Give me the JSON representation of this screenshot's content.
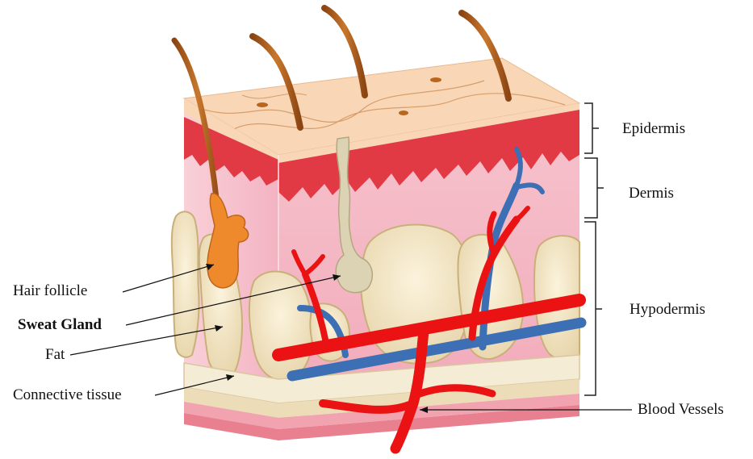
{
  "labels": {
    "epidermis": "Epidermis",
    "dermis": "Dermis",
    "hypodermis": "Hypodermis",
    "blood_vessels": "Blood Vessels",
    "hair_follicle": "Hair follicle",
    "sweat_gland": "Sweat Gland",
    "fat": "Fat",
    "connective_tissue": "Connective tissue"
  },
  "colors": {
    "epidermis_top": "#f9d6b4",
    "epidermis_red": "#e23a45",
    "dermis_pink": "#f7b8c6",
    "fat_cream": "#f0e3c2",
    "hair_brown": "#b8651e",
    "follicle_orange": "#ef8a2c",
    "sweat_gland": "#d8cfb0",
    "artery_red": "#ea1212",
    "vein_blue": "#3d6fb5",
    "connective": "#f3e8cf"
  }
}
